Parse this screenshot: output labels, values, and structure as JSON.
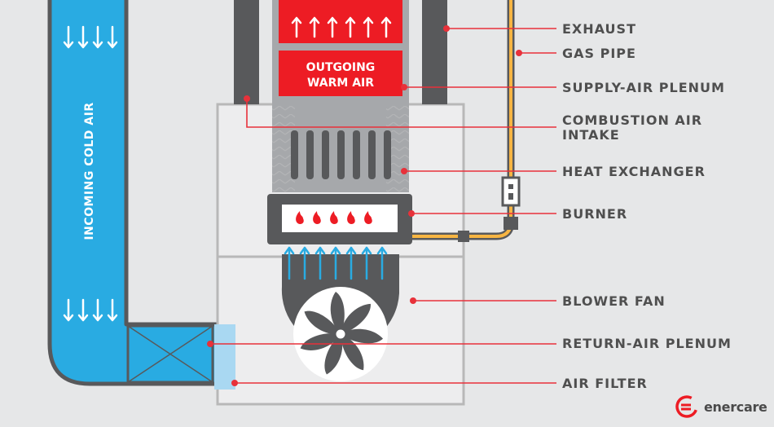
{
  "labels": {
    "exhaust": "EXHAUST",
    "gas_pipe": "GAS PIPE",
    "supply_air_plenum": "SUPPLY-AIR PLENUM",
    "combustion_air_intake_line1": "COMBUSTION AIR",
    "combustion_air_intake_line2": "INTAKE",
    "heat_exchanger": "HEAT EXCHANGER",
    "burner": "BURNER",
    "blower_fan": "BLOWER FAN",
    "return_air_plenum": "RETURN-AIR PLENUM",
    "air_filter": "AIR FILTER"
  },
  "duct": {
    "incoming_cold_air": "INCOMING COLD AIR"
  },
  "plenum": {
    "outgoing_line1": "OUTGOING",
    "outgoing_line2": "WARM AIR"
  },
  "brand": {
    "name": "enercare"
  },
  "colors": {
    "background": "#e6e7e8",
    "cold_air": "#29abe2",
    "warm_air": "#ed1c24",
    "leader_line": "#e8313a",
    "gas_pipe": "#f7b542",
    "cabinet": "#ededee",
    "cabinet_outline": "#b8b8b8",
    "dark_gray": "#58595b",
    "mid_gray": "#a6a8ab",
    "label_text": "#4f4f4f"
  },
  "icons": {
    "fan": "fan-icon",
    "flame": "flame-icon",
    "valve": "gas-valve-icon",
    "arrow_up": "arrow-up-icon",
    "arrow_down": "arrow-down-icon",
    "logo": "enercare-logo-icon"
  }
}
